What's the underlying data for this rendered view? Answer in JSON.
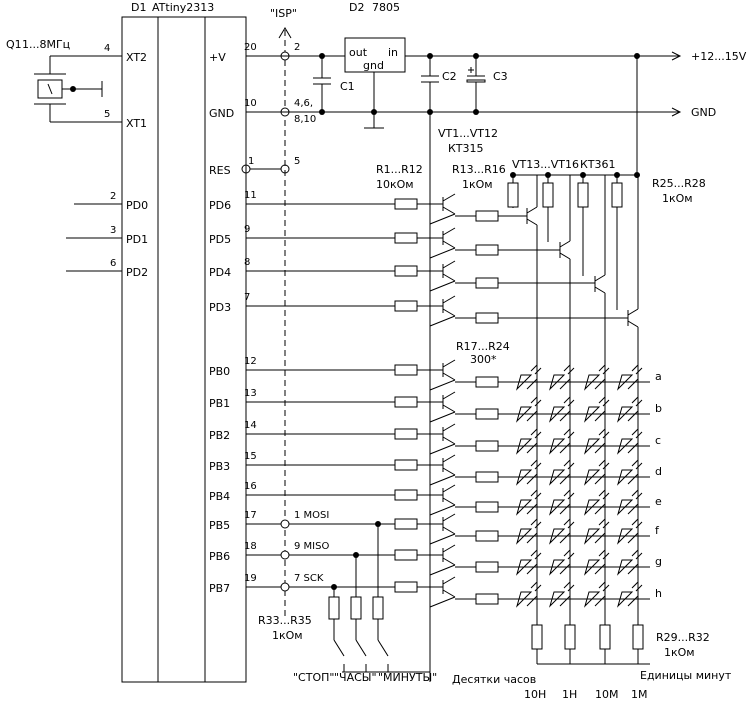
{
  "chip": {
    "designator": "D1",
    "name": "ATtiny2313"
  },
  "crystal": {
    "designator": "Q1",
    "freq": "1...8МГц"
  },
  "isp_label": "\"ISP\"",
  "regulator": {
    "designator": "D2",
    "name": "7805",
    "pin_out": "out",
    "pin_in": "in",
    "pin_gnd": "gnd"
  },
  "rails": {
    "vcc": "+12...15V",
    "gnd": "GND"
  },
  "caps": [
    "C1",
    "C2",
    "C3"
  ],
  "left_pins": [
    {
      "num": "4",
      "name": "XT2"
    },
    {
      "num": "5",
      "name": "XT1"
    },
    {
      "num": "2",
      "name": "PD0"
    },
    {
      "num": "3",
      "name": "PD1"
    },
    {
      "num": "6",
      "name": "PD2"
    }
  ],
  "right_pins": [
    {
      "num": "20",
      "name": "+V",
      "isp": "2"
    },
    {
      "num": "10",
      "name": "GND",
      "isp": "4,6,"
    },
    {
      "num": "1",
      "name": "RES",
      "isp": "5"
    },
    {
      "num": "11",
      "name": "PD6"
    },
    {
      "num": "9",
      "name": "PD5"
    },
    {
      "num": "8",
      "name": "PD4"
    },
    {
      "num": "7",
      "name": "PD3"
    },
    {
      "num": "12",
      "name": "PB0"
    },
    {
      "num": "13",
      "name": "PB1"
    },
    {
      "num": "14",
      "name": "PB2"
    },
    {
      "num": "15",
      "name": "PB3"
    },
    {
      "num": "16",
      "name": "PB4"
    },
    {
      "num": "17",
      "name": "PB5",
      "isp": "1 MOSI"
    },
    {
      "num": "18",
      "name": "PB6",
      "isp": "9 MISO"
    },
    {
      "num": "19",
      "name": "PB7",
      "isp": "7 SCK"
    }
  ],
  "isp_gnd_extra": "8,10",
  "labels": {
    "r1_12": "R1...R12",
    "r1_12_val": "10кОм",
    "vt1_12": "VT1...VT12",
    "vt1_12_type": "КТ315",
    "r13_16": "R13...R16",
    "r13_16_val": "1кОм",
    "vt13_16": "VT13...VT16",
    "vt13_16_type": "КТ361",
    "r25_28": "R25...R28",
    "r25_28_val": "1кОм",
    "r17_24": "R17...R24",
    "r17_24_val": "300*",
    "r29_32": "R29...R32",
    "r29_32_val": "1кОм",
    "r33_35": "R33...R35",
    "r33_35_val": "1кОм"
  },
  "segments": [
    "a",
    "b",
    "c",
    "d",
    "e",
    "f",
    "g",
    "h"
  ],
  "buttons": [
    "\"СТОП\"",
    "\"ЧАСЫ\"",
    "\"МИНУТЫ\""
  ],
  "bottom": {
    "tens_label": "Десятки часов",
    "units_label": "Единицы минут",
    "digits": [
      "10Н",
      "1Н",
      "10М",
      "1М"
    ]
  }
}
